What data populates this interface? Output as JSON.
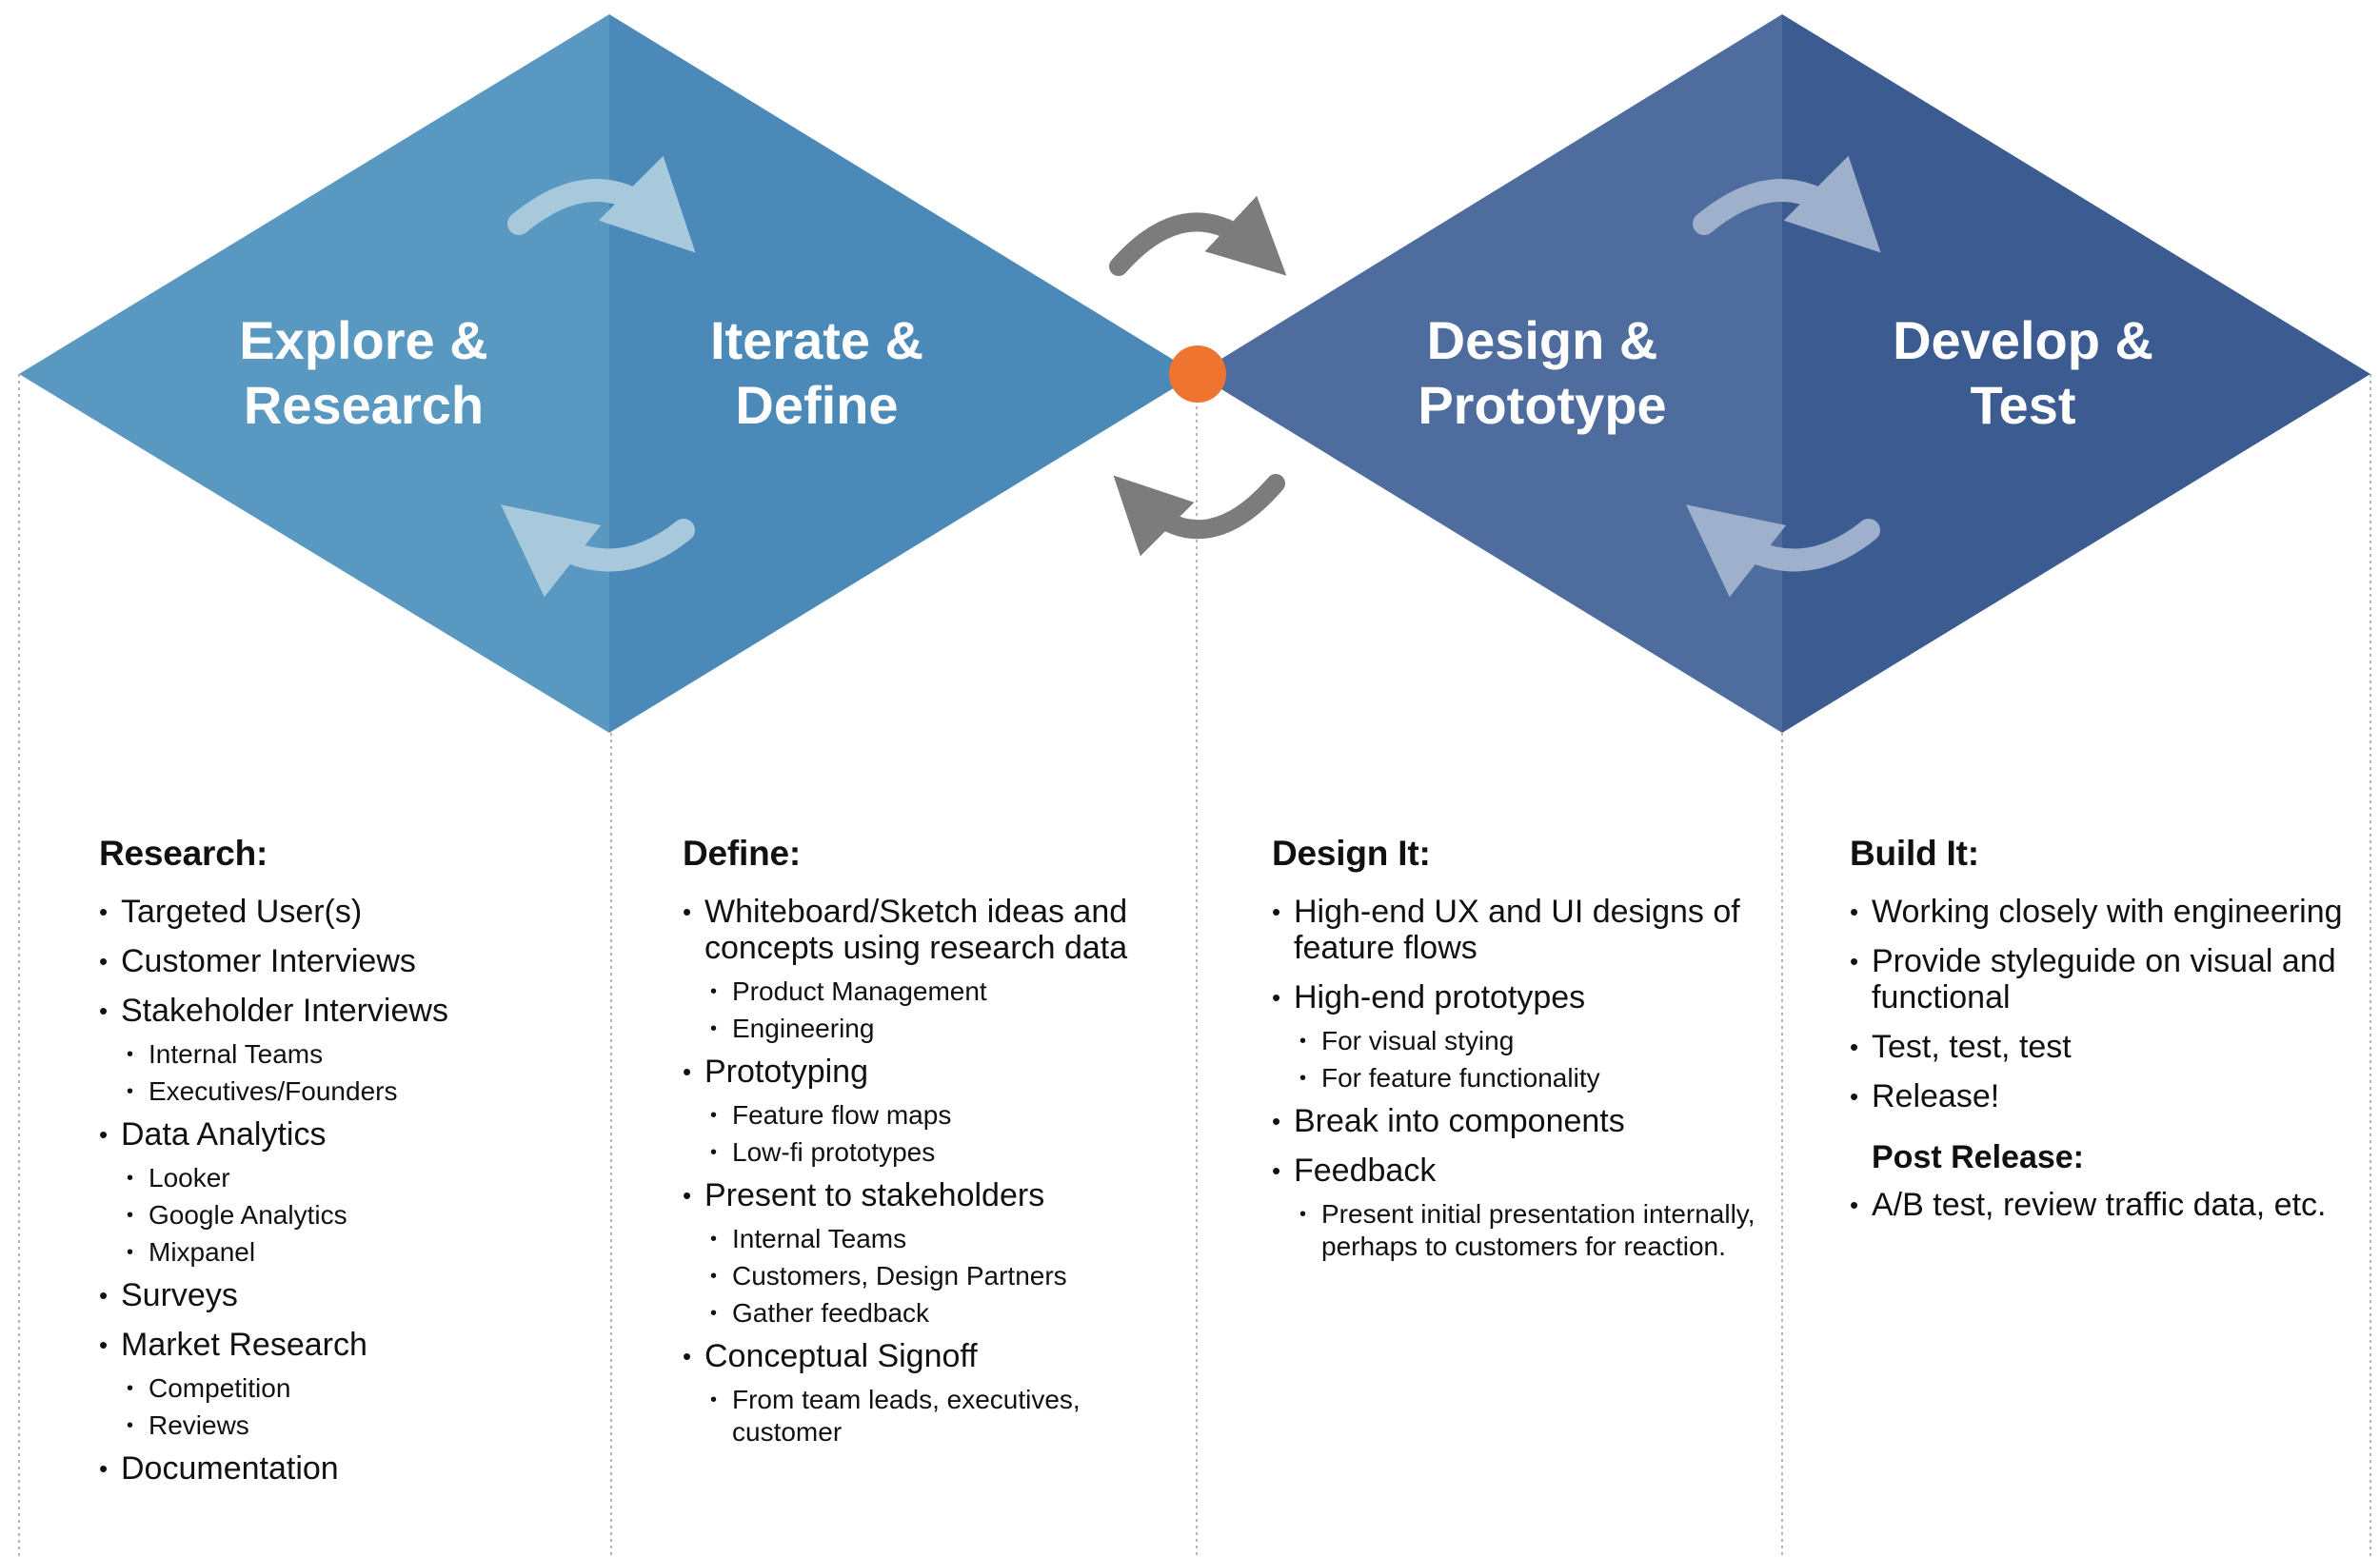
{
  "colors": {
    "explore": "#5998c0",
    "iterate": "#4b8ab8",
    "design": "#4e6c9e",
    "develop": "#3b5b91",
    "loop_light": "#a8c8dc",
    "loop_dark": "#9fb0cd",
    "center_arrows": "#7c7c7c",
    "center_dot": "#ee7430",
    "divider": "#b5b5b5"
  },
  "phases": [
    {
      "line1": "Explore &",
      "line2": "Research"
    },
    {
      "line1": "Iterate &",
      "line2": "Define"
    },
    {
      "line1": "Design &",
      "line2": "Prototype"
    },
    {
      "line1": "Develop &",
      "line2": "Test"
    }
  ],
  "columns": {
    "research": {
      "heading": "Research:",
      "items": [
        {
          "label": "Targeted User(s)",
          "sub": []
        },
        {
          "label": "Customer Interviews",
          "sub": []
        },
        {
          "label": "Stakeholder Interviews",
          "sub": [
            "Internal Teams",
            "Executives/Founders"
          ]
        },
        {
          "label": "Data Analytics",
          "sub": [
            "Looker",
            "Google Analytics",
            "Mixpanel"
          ]
        },
        {
          "label": "Surveys",
          "sub": []
        },
        {
          "label": "Market Research",
          "sub": [
            "Competition",
            "Reviews"
          ]
        },
        {
          "label": "Documentation",
          "sub": []
        }
      ]
    },
    "define": {
      "heading": "Define:",
      "items": [
        {
          "label": "Whiteboard/Sketch ideas and concepts using research data",
          "sub": [
            "Product Management",
            "Engineering"
          ]
        },
        {
          "label": "Prototyping",
          "sub": [
            "Feature flow maps",
            "Low-fi prototypes"
          ]
        },
        {
          "label": "Present to stakeholders",
          "sub": [
            "Internal Teams",
            "Customers, Design Partners",
            "Gather feedback"
          ]
        },
        {
          "label": "Conceptual Signoff",
          "sub": [
            "From team leads, executives, customer"
          ]
        }
      ]
    },
    "design": {
      "heading": "Design It:",
      "items": [
        {
          "label": "High-end UX and UI designs of feature flows",
          "sub": []
        },
        {
          "label": "High-end prototypes",
          "sub": [
            "For visual stying",
            "For feature functionality"
          ]
        },
        {
          "label": "Break into components",
          "sub": []
        },
        {
          "label": "Feedback",
          "sub": [
            "Present initial presentation internally, perhaps to customers for reaction."
          ]
        }
      ]
    },
    "build": {
      "heading": "Build It:",
      "items": [
        {
          "label": "Working closely with engineering",
          "sub": []
        },
        {
          "label": "Provide styleguide on visual and functional",
          "sub": []
        },
        {
          "label": "Test, test, test",
          "sub": []
        },
        {
          "label": "Release!",
          "sub": []
        }
      ],
      "post_heading": "Post Release:",
      "post_items": [
        {
          "label": "A/B test, review traffic data, etc.",
          "sub": []
        }
      ]
    }
  }
}
